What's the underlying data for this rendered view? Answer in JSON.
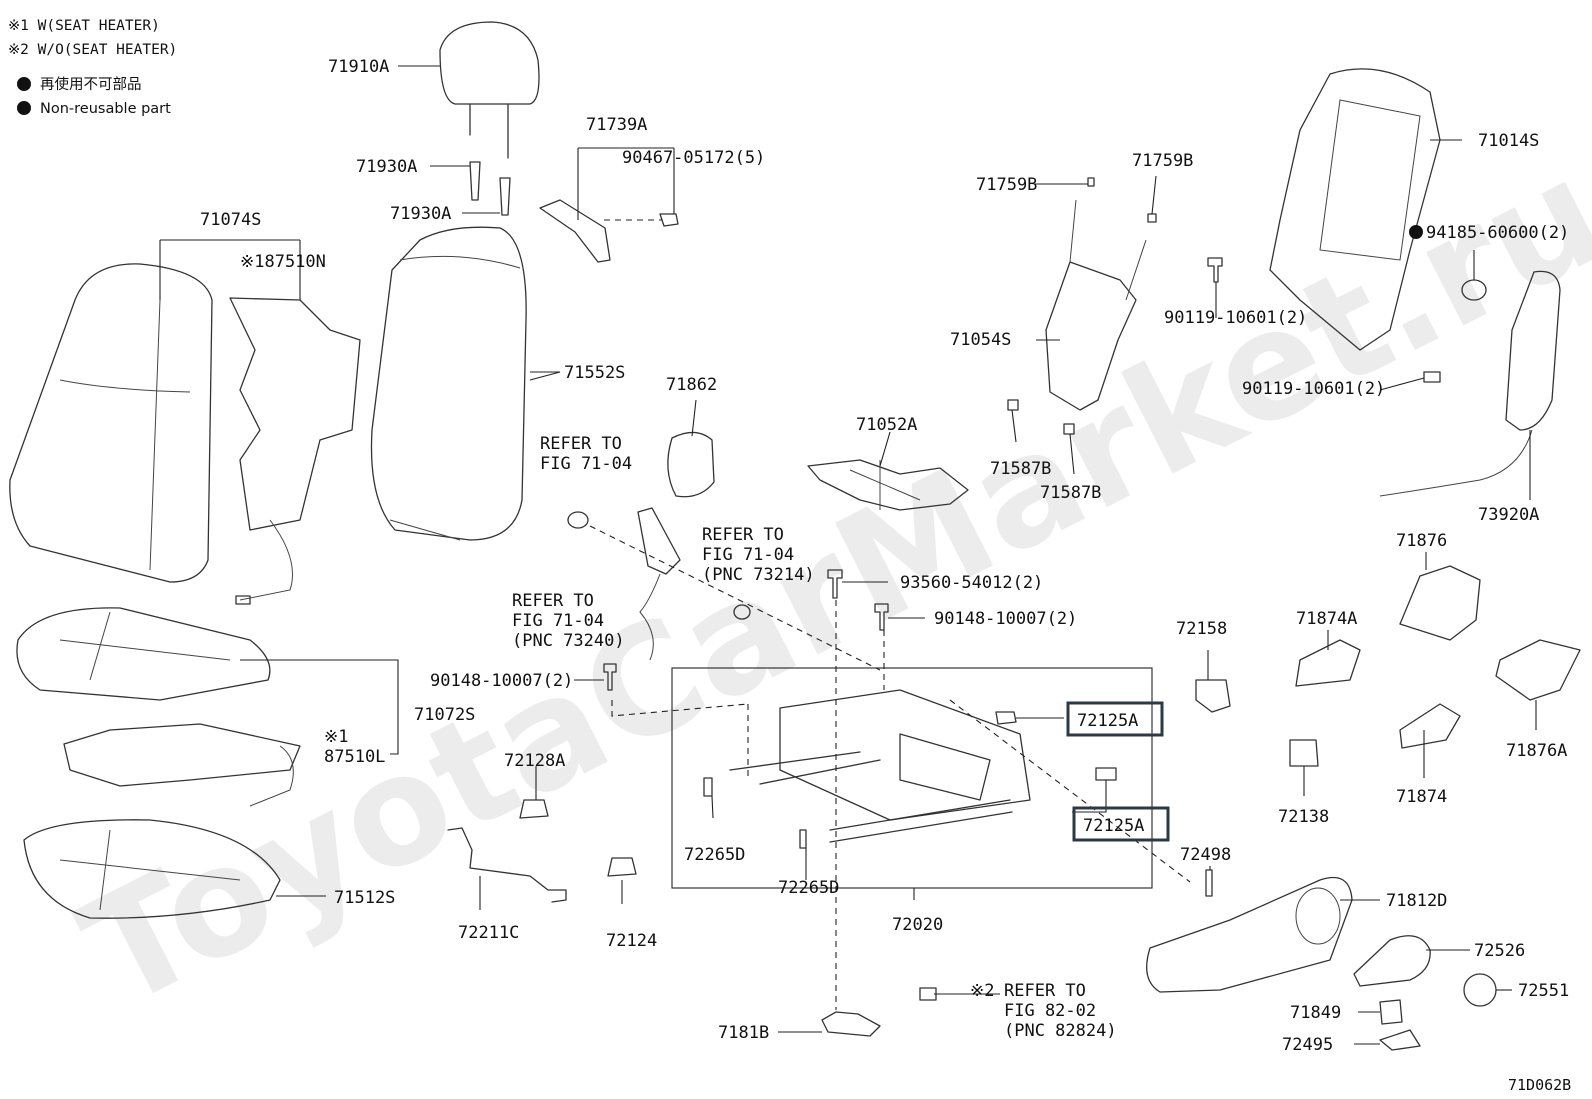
{
  "notes": {
    "line1": "※1 W(SEAT HEATER)",
    "line2": "※2 W/O(SEAT HEATER)",
    "legend_jp": "再使用不可部品",
    "legend_en": "Non-reusable part"
  },
  "watermark": "ToyotaCarMarket.ru",
  "figure_code": "71D062B",
  "parts": {
    "p71910A": "71910A",
    "p71930A_1": "71930A",
    "p71930A_2": "71930A",
    "p71739A": "71739A",
    "p90467": "90467-05172(5)",
    "p71074S": "71074S",
    "p87510N": "※187510N",
    "p71552S": "71552S",
    "p71862": "71862",
    "p71072S": "71072S",
    "p87510L_mark": "※1",
    "p87510L": "87510L",
    "p71512S": "71512S",
    "p72211C": "72211C",
    "p72124": "72124",
    "p72128A": "72128A",
    "p90148_left": "90148-10007(2)",
    "p72265D_1": "72265D",
    "p72265D_2": "72265D",
    "p72020": "72020",
    "p7181B": "7181B",
    "p93560": "93560-54012(2)",
    "p90148_right": "90148-10007(2)",
    "p72125A_1": "72125A",
    "p72125A_2": "72125A",
    "p71052A": "71052A",
    "p71759B_1": "71759B",
    "p71759B_2": "71759B",
    "p71054S": "71054S",
    "p71587B_1": "71587B",
    "p71587B_2": "71587B",
    "p71014S": "71014S",
    "p94185": "94185-60600(2)",
    "p90119_1": "90119-10601(2)",
    "p90119_2": "90119-10601(2)",
    "p73920A": "73920A",
    "p72158": "72158",
    "p71876": "71876",
    "p71874A": "71874A",
    "p71876A": "71876A",
    "p72138": "72138",
    "p71874": "71874",
    "p72498": "72498",
    "p71812D": "71812D",
    "p72526": "72526",
    "p72551": "72551",
    "p71849": "71849",
    "p72495": "72495"
  },
  "refs": {
    "r1_a": "REFER TO",
    "r1_b": "FIG 71-04",
    "r2_a": "REFER TO",
    "r2_b": "FIG 71-04",
    "r2_c": "(PNC 73214)",
    "r3_a": "REFER TO",
    "r3_b": "FIG 71-04",
    "r3_c": "(PNC 73240)",
    "r4_mark": "※2",
    "r4_a": "REFER TO",
    "r4_b": "FIG 82-02",
    "r4_c": "(PNC 82824)"
  }
}
